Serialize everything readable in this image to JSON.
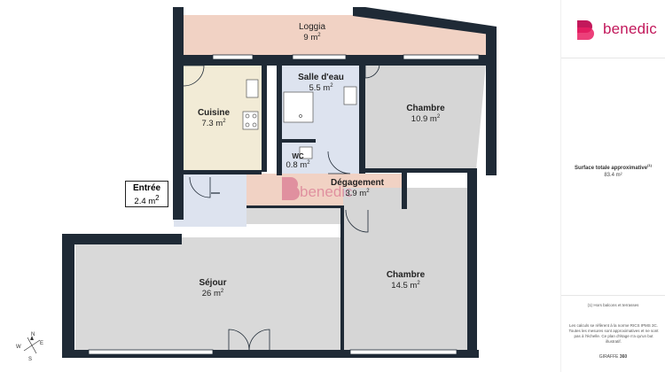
{
  "plan": {
    "rooms": [
      {
        "id": "loggia",
        "name": "Loggia",
        "area": "9 m",
        "unit_sup": "2"
      },
      {
        "id": "salle-eau",
        "name": "Salle d'eau",
        "area": "5.5 m",
        "unit_sup": "2"
      },
      {
        "id": "cuisine",
        "name": "Cuisine",
        "area": "7.3 m",
        "unit_sup": "2"
      },
      {
        "id": "chambre-1",
        "name": "Chambre",
        "area": "10.9 m",
        "unit_sup": "2"
      },
      {
        "id": "wc",
        "name": "WC",
        "area": "0.8 m",
        "unit_sup": "2"
      },
      {
        "id": "degagement",
        "name": "Dégagement",
        "area": "3.9 m",
        "unit_sup": "2"
      },
      {
        "id": "entree",
        "name": "Entrée",
        "area": "2.4 m",
        "unit_sup": "2"
      },
      {
        "id": "sejour",
        "name": "Séjour",
        "area": "26 m",
        "unit_sup": "2"
      },
      {
        "id": "chambre-2",
        "name": "Chambre",
        "area": "14.5 m",
        "unit_sup": "2"
      }
    ],
    "compass": {
      "n": "N",
      "s": "S",
      "e": "E",
      "w": "W"
    },
    "watermark": "benedic"
  },
  "colors": {
    "wall": "#1f2a36",
    "loggia": "#f1d2c4",
    "cuisine": "#f2ebd6",
    "salle_eau": "#dde3ef",
    "chambre": "#d6d6d6",
    "sejour": "#d9d9d9",
    "degagement": "#f1d2c4",
    "entree": "#dde3ef",
    "brand": "#c2185b"
  },
  "sidebar": {
    "brand_name": "benedic",
    "total_label": "Surface totale approximative",
    "total_label_sup": "(1)",
    "total_value": "83.4 m²",
    "footnote": "(1) Hors balcons et terrasses",
    "disclaimer": "Les calculs se réfèrent à la norme RICS IPMS 3C. Toutes les mesures sont approximatives et ne sont pas à l'échelle. Ce plan d'étage n'a qu'un but illustratif.",
    "credit_prefix": "GIRAFFE",
    "credit_suffix": "360"
  }
}
